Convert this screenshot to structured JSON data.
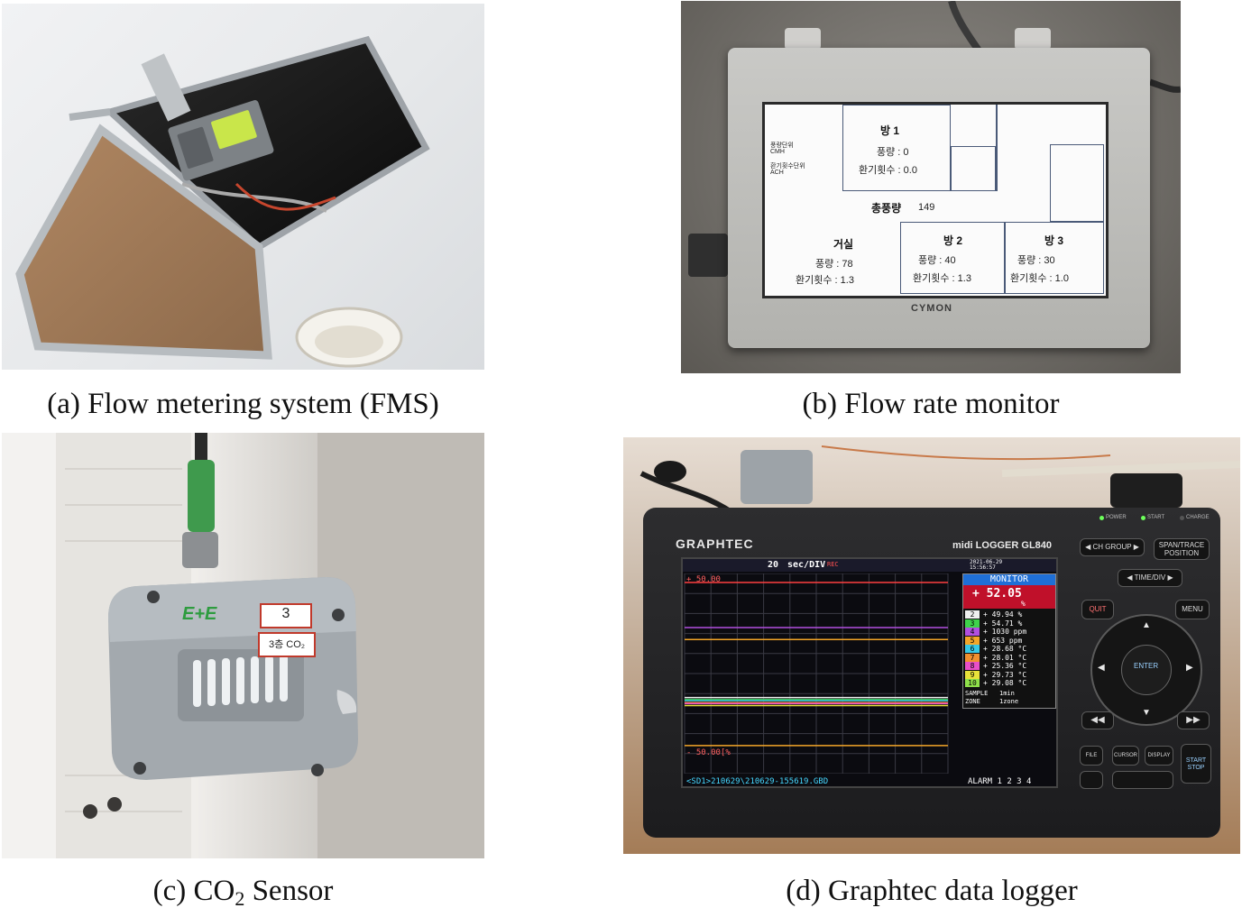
{
  "captions": {
    "a": "(a) Flow metering system (FMS)",
    "b": "(b) Flow rate monitor",
    "c_prefix": "(c) CO",
    "c_sub": "2",
    "c_suffix": " Sensor",
    "d": "(d) Graphtec data logger"
  },
  "fms_panel": {
    "label_text": ""
  },
  "monitor": {
    "brand": "CYMON",
    "unit_airflow": "풍량단위",
    "unit_airflow_value": "CMH",
    "unit_ach": "환기횟수단위",
    "unit_ach_value": "ACH",
    "total_label": "총풍량",
    "total_value": "149",
    "rooms": [
      {
        "name": "방 1",
        "flow": "풍량 :  0",
        "ach": "환기횟수 :  0.0"
      },
      {
        "name": "거실",
        "flow": "풍량 :  78",
        "ach": "환기횟수 :  1.3"
      },
      {
        "name": "방 2",
        "flow": "풍량 :  40",
        "ach": "환기횟수 :  1.3"
      },
      {
        "name": "방 3",
        "flow": "풍량 :  30",
        "ach": "환기횟수 :  1.0"
      }
    ]
  },
  "sensor": {
    "logo": "E+E",
    "label_1": "3",
    "label_2": "3층 CO₂"
  },
  "logger": {
    "brand": "GRAPHTEC",
    "model": "midi LOGGER GL840",
    "leds": [
      "POWER",
      "START",
      "CHARGE"
    ],
    "buttons": {
      "ch_group": "◀ CH GROUP ▶",
      "span_trace": "SPAN/TRACE POSITION",
      "time_div": "◀ TIME/DIV ▶",
      "quit": "QUIT",
      "menu": "MENU",
      "enter": "ENTER",
      "file": "FILE",
      "cursor": "CURSOR",
      "display": "DISPLAY",
      "start_stop": "START STOP",
      "rewind": "◀◀",
      "forward": "▶▶"
    },
    "screen": {
      "time_div_value": "20",
      "time_div_unit": "sec/DIV",
      "rec": "REC",
      "date": "2021-06-29",
      "time": "15:56:57",
      "upper_scale": "+ 50.00",
      "lower_scale": "- 50.00[%",
      "file_path": "<SD1>210629\\210629-155619.GBD",
      "alarm": "ALARM  1  2  3  4",
      "monitor_title": "MONITOR",
      "ch1_value": "+ 52.05",
      "ch1_unit": "%",
      "channels": [
        {
          "ch": "2",
          "value": "+ 49.94 %",
          "color": "#f0f0f0"
        },
        {
          "ch": "3",
          "value": "+ 54.71 %",
          "color": "#3fd34b"
        },
        {
          "ch": "4",
          "value": "+ 1030  ppm",
          "color": "#b14fe0"
        },
        {
          "ch": "5",
          "value": "+ 653  ppm",
          "color": "#f3a628"
        },
        {
          "ch": "6",
          "value": "+ 28.68 °C",
          "color": "#37c9e6"
        },
        {
          "ch": "7",
          "value": "+ 28.01 °C",
          "color": "#f09030"
        },
        {
          "ch": "8",
          "value": "+ 25.36 °C",
          "color": "#e84fc8"
        },
        {
          "ch": "9",
          "value": "+ 29.73 °C",
          "color": "#e8e23a"
        },
        {
          "ch": "10",
          "value": "+ 29.08 °C",
          "color": "#8fe04a"
        }
      ],
      "sample_label": "SAMPLE",
      "sample_value": "1min",
      "zone_label": "ZONE",
      "zone_value": "1zone"
    }
  }
}
